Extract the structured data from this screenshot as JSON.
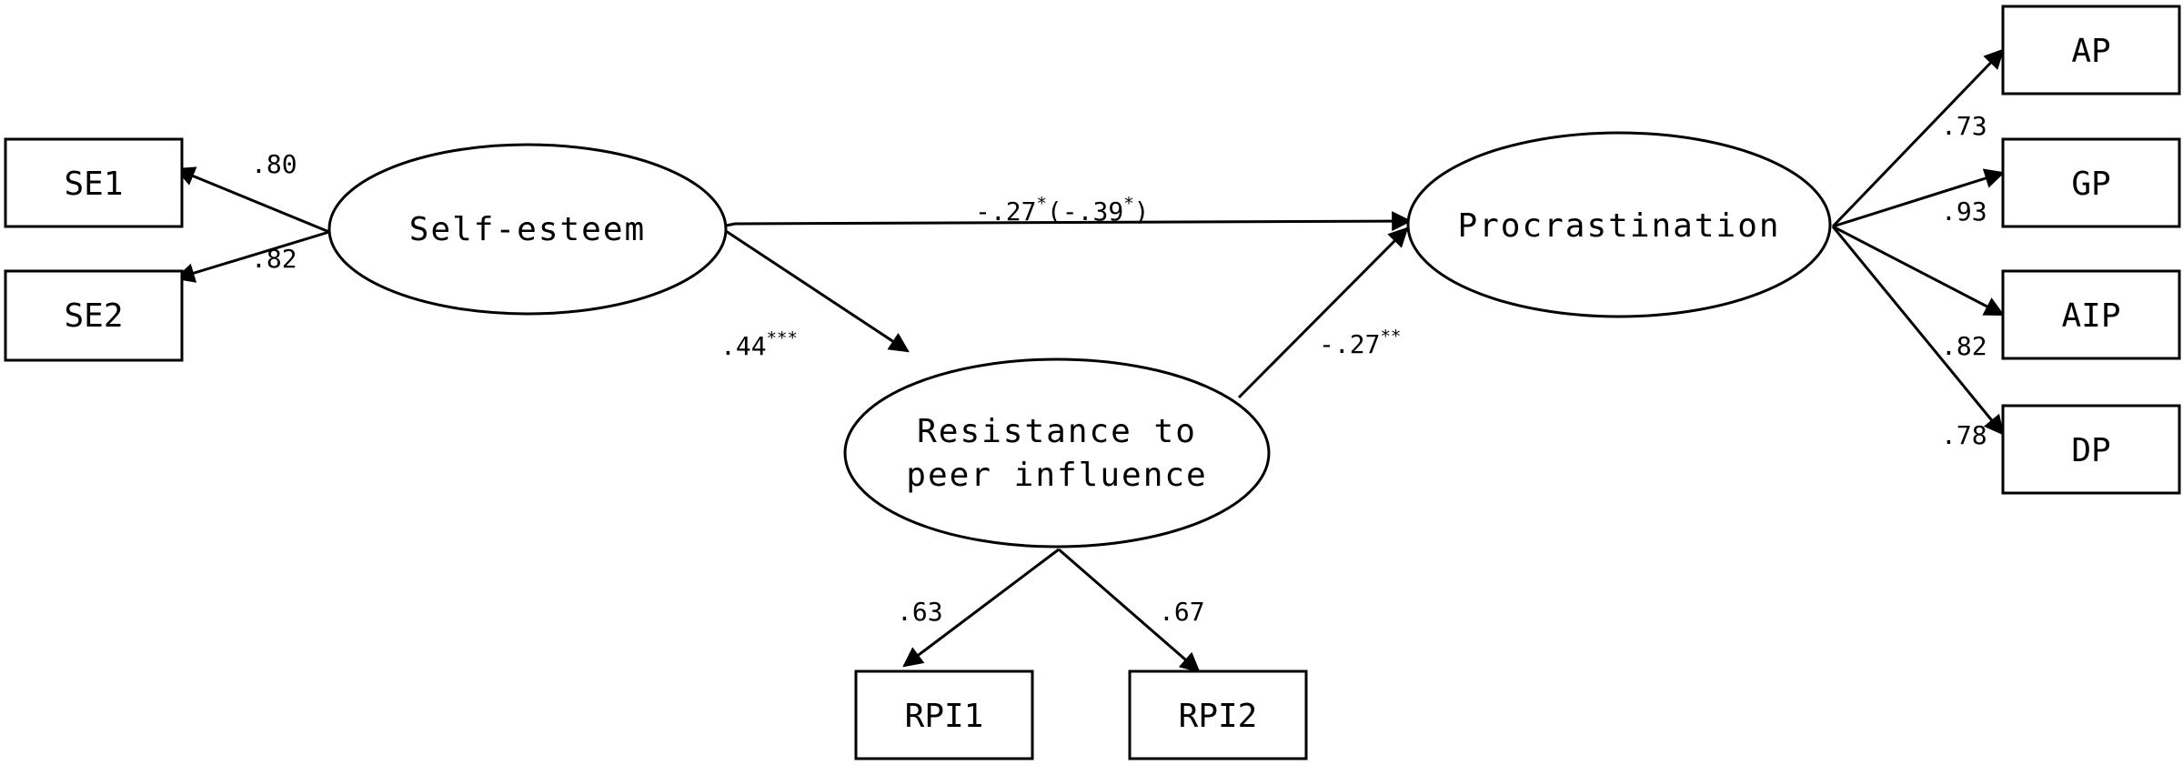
{
  "latents": {
    "self_esteem": "Self-esteem",
    "procrastination": "Procrastination",
    "resistance_line1": "Resistance to",
    "resistance_line2": "peer influence"
  },
  "indicators": {
    "se1": "SE1",
    "se2": "SE2",
    "ap": "AP",
    "gp": "GP",
    "aip": "AIP",
    "dp": "DP",
    "rpi1": "RPI1",
    "rpi2": "RPI2"
  },
  "loadings": {
    "se1": ".80",
    "se2": ".82",
    "ap": ".73",
    "gp": ".93",
    "aip": ".82",
    "dp": ".78",
    "rpi1": ".63",
    "rpi2": ".67"
  },
  "paths": {
    "se_to_proc": {
      "main": "-.27",
      "main_sig": "*",
      "total_open": "(-.39",
      "total_sig": "*",
      "total_close": ")"
    },
    "se_to_rpi": {
      "value": ".44",
      "sig": "***"
    },
    "rpi_to_proc": {
      "value": "-.27",
      "sig": "**"
    }
  }
}
